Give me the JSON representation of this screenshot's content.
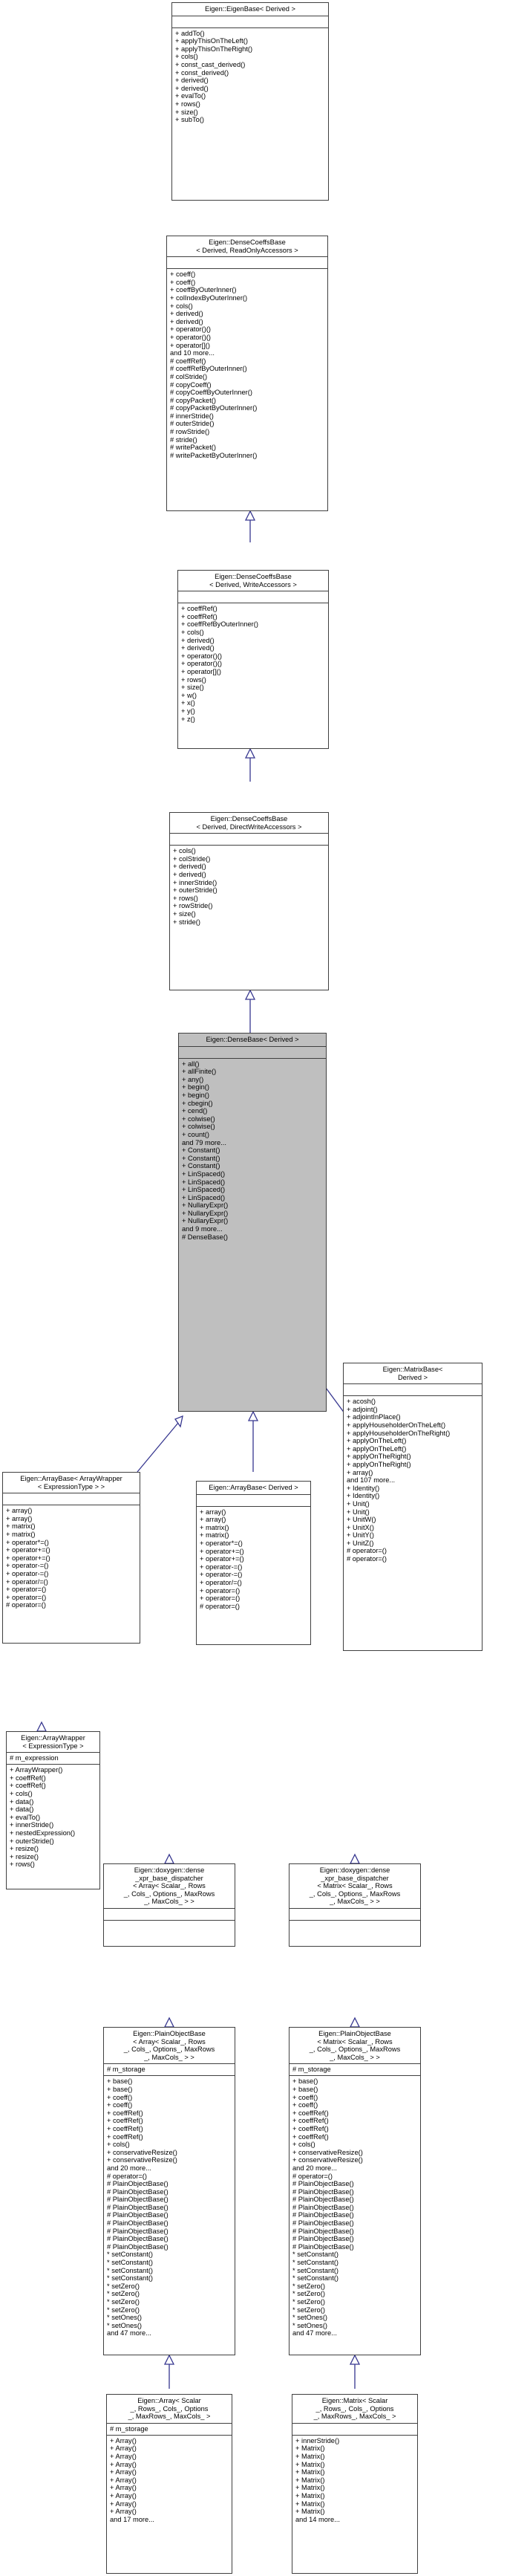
{
  "diagram": {
    "kind": "uml-class-inheritance",
    "title": "Eigen inheritance diagram",
    "arrow_color": "#36368f",
    "highlight_fill": "#bfbfbf",
    "border_color": "#404040",
    "background": "#ffffff"
  },
  "nodes": [
    {
      "id": "eigenbase",
      "title": "Eigen::EigenBase< Derived >",
      "attributes": [],
      "operations": [
        "+ addTo()",
        "+ applyThisOnTheLeft()",
        "+ applyThisOnTheRight()",
        "+ cols()",
        "+ const_cast_derived()",
        "+ const_derived()",
        "+ derived()",
        "+ derived()",
        "+ evalTo()",
        "+ rows()",
        "+ size()",
        "+ subTo()"
      ]
    },
    {
      "id": "densecoeffs-readonly",
      "title": "Eigen::DenseCoeffsBase\n< Derived, ReadOnlyAccessors >",
      "attributes": [],
      "operations": [
        "+ coeff()",
        "+ coeff()",
        "+ coeffByOuterInner()",
        "+ colIndexByOuterInner()",
        "+ cols()",
        "+ derived()",
        "+ derived()",
        "+ operator()()",
        "+ operator()()",
        "+ operator[]()",
        "and 10 more...",
        "# coeffRef()",
        "# coeffRefByOuterInner()",
        "# colStride()",
        "# copyCoeff()",
        "# copyCoeffByOuterInner()",
        "# copyPacket()",
        "# copyPacketByOuterInner()",
        "# innerStride()",
        "# outerStride()",
        "# rowStride()",
        "# stride()",
        "# writePacket()",
        "# writePacketByOuterInner()"
      ]
    },
    {
      "id": "densecoeffs-write",
      "title": "Eigen::DenseCoeffsBase\n< Derived, WriteAccessors >",
      "attributes": [],
      "operations": [
        "+ coeffRef()",
        "+ coeffRef()",
        "+ coeffRefByOuterInner()",
        "+ cols()",
        "+ derived()",
        "+ derived()",
        "+ operator()()",
        "+ operator()()",
        "+ operator[]()",
        "+ rows()",
        "+ size()",
        "+ w()",
        "+ x()",
        "+ y()",
        "+ z()"
      ]
    },
    {
      "id": "densecoeffs-directwrite",
      "title": "Eigen::DenseCoeffsBase\n< Derived, DirectWriteAccessors >",
      "attributes": [],
      "operations": [
        "+ cols()",
        "+ colStride()",
        "+ derived()",
        "+ derived()",
        "+ innerStride()",
        "+ outerStride()",
        "+ rows()",
        "+ rowStride()",
        "+ size()",
        "+ stride()"
      ]
    },
    {
      "id": "densebase",
      "title": "Eigen::DenseBase< Derived >",
      "highlight": true,
      "attributes": [],
      "operations": [
        "+ all()",
        "+ allFinite()",
        "+ any()",
        "+ begin()",
        "+ begin()",
        "+ cbegin()",
        "+ cend()",
        "+ colwise()",
        "+ colwise()",
        "+ count()",
        "and 79 more...",
        "+ Constant()",
        "+ Constant()",
        "+ Constant()",
        "+ LinSpaced()",
        "+ LinSpaced()",
        "+ LinSpaced()",
        "+ LinSpaced()",
        "+ NullaryExpr()",
        "+ NullaryExpr()",
        "+ NullaryExpr()",
        "and 9 more...",
        "# DenseBase()"
      ]
    },
    {
      "id": "arraybase-arraywrapper",
      "title": "Eigen::ArrayBase< ArrayWrapper\n< ExpressionType > >",
      "attributes": [],
      "operations": [
        "+ array()",
        "+ array()",
        "+ matrix()",
        "+ matrix()",
        "+ operator*=()",
        "+ operator+=()",
        "+ operator+=()",
        "+ operator-=()",
        "+ operator-=()",
        "+ operator/=()",
        "+ operator=()",
        "+ operator=()",
        "# operator=()"
      ]
    },
    {
      "id": "arraybase-derived",
      "title": "Eigen::ArrayBase< Derived >",
      "attributes": [],
      "operations": [
        "+ array()",
        "+ array()",
        "+ matrix()",
        "+ matrix()",
        "+ operator*=()",
        "+ operator+=()",
        "+ operator+=()",
        "+ operator-=()",
        "+ operator-=()",
        "+ operator/=()",
        "+ operator=()",
        "+ operator=()",
        "# operator=()"
      ]
    },
    {
      "id": "matrixbase-derived",
      "title": "Eigen::MatrixBase<\n        Derived >",
      "attributes": [],
      "operations": [
        "+ acosh()",
        "+ adjoint()",
        "+ adjointInPlace()",
        "+ applyHouseholderOnTheLeft()",
        "+ applyHouseholderOnTheRight()",
        "+ applyOnTheLeft()",
        "+ applyOnTheLeft()",
        "+ applyOnTheRight()",
        "+ applyOnTheRight()",
        "+ array()",
        "and 107 more...",
        "+ Identity()",
        "+ Identity()",
        "+ Unit()",
        "+ Unit()",
        "+ UnitW()",
        "+ UnitX()",
        "+ UnitY()",
        "+ UnitZ()",
        "# operator=()",
        "# operator=()"
      ]
    },
    {
      "id": "arraywrapper",
      "title": "Eigen::ArrayWrapper\n< ExpressionType >",
      "attributes": [
        "# m_expression"
      ],
      "operations": [
        "+ ArrayWrapper()",
        "+ coeffRef()",
        "+ coeffRef()",
        "+ cols()",
        "+ data()",
        "+ data()",
        "+ evalTo()",
        "+ innerStride()",
        "+ nestedExpression()",
        "+ outerStride()",
        "+ resize()",
        "+ resize()",
        "+ rows()"
      ]
    },
    {
      "id": "dispatcher-array",
      "title": "Eigen::doxygen::dense\n_xpr_base_dispatcher\n< Array< Scalar_, Rows\n_, Cols_, Options_, MaxRows\n_, MaxCols_ > >",
      "attributes": [],
      "operations": []
    },
    {
      "id": "dispatcher-matrix",
      "title": "Eigen::doxygen::dense\n_xpr_base_dispatcher\n< Matrix< Scalar_, Rows\n_, Cols_, Options_, MaxRows\n_, MaxCols_ > >",
      "attributes": [],
      "operations": []
    },
    {
      "id": "plainobjectbase-array",
      "title": "Eigen::PlainObjectBase\n< Array< Scalar_, Rows\n_, Cols_, Options_, MaxRows\n_, MaxCols_ > >",
      "attributes": [
        "# m_storage"
      ],
      "operations": [
        "+ base()",
        "+ base()",
        "+ coeff()",
        "+ coeff()",
        "+ coeffRef()",
        "+ coeffRef()",
        "+ coeffRef()",
        "+ coeffRef()",
        "+ cols()",
        "+ conservativeResize()",
        "+ conservativeResize()",
        "and 20 more...",
        "# operator=()",
        "# PlainObjectBase()",
        "# PlainObjectBase()",
        "# PlainObjectBase()",
        "# PlainObjectBase()",
        "# PlainObjectBase()",
        "# PlainObjectBase()",
        "# PlainObjectBase()",
        "# PlainObjectBase()",
        "# PlainObjectBase()",
        "* setConstant()",
        "* setConstant()",
        "* setConstant()",
        "* setConstant()",
        "* setZero()",
        "* setZero()",
        "* setZero()",
        "* setZero()",
        "* setOnes()",
        "* setOnes()",
        "and 47 more..."
      ]
    },
    {
      "id": "plainobjectbase-matrix",
      "title": "Eigen::PlainObjectBase\n< Matrix< Scalar_, Rows\n_, Cols_, Options_, MaxRows\n_, MaxCols_ > >",
      "attributes": [
        "# m_storage"
      ],
      "operations": [
        "+ base()",
        "+ base()",
        "+ coeff()",
        "+ coeff()",
        "+ coeffRef()",
        "+ coeffRef()",
        "+ coeffRef()",
        "+ coeffRef()",
        "+ cols()",
        "+ conservativeResize()",
        "+ conservativeResize()",
        "and 20 more...",
        "# operator=()",
        "# PlainObjectBase()",
        "# PlainObjectBase()",
        "# PlainObjectBase()",
        "# PlainObjectBase()",
        "# PlainObjectBase()",
        "# PlainObjectBase()",
        "# PlainObjectBase()",
        "# PlainObjectBase()",
        "# PlainObjectBase()",
        "* setConstant()",
        "* setConstant()",
        "* setConstant()",
        "* setConstant()",
        "* setZero()",
        "* setZero()",
        "* setZero()",
        "* setZero()",
        "* setOnes()",
        "* setOnes()",
        "and 47 more..."
      ]
    },
    {
      "id": "array-final",
      "title": "Eigen::Array< Scalar\n_, Rows_, Cols_, Options\n_, MaxRows_, MaxCols_ >",
      "attributes": [
        "# m_storage"
      ],
      "operations": [
        "+ Array()",
        "+ Array()",
        "+ Array()",
        "+ Array()",
        "+ Array()",
        "+ Array()",
        "+ Array()",
        "+ Array()",
        "+ Array()",
        "+ Array()",
        "and 17 more..."
      ]
    },
    {
      "id": "matrix-final",
      "title": "Eigen::Matrix< Scalar\n_, Rows_, Cols_, Options\n_, MaxRows_, MaxCols_ >",
      "attributes": [],
      "operations": [
        "+ innerStride()",
        "+ Matrix()",
        "+ Matrix()",
        "+ Matrix()",
        "+ Matrix()",
        "+ Matrix()",
        "+ Matrix()",
        "+ Matrix()",
        "+ Matrix()",
        "+ Matrix()",
        "and 14 more..."
      ]
    }
  ]
}
